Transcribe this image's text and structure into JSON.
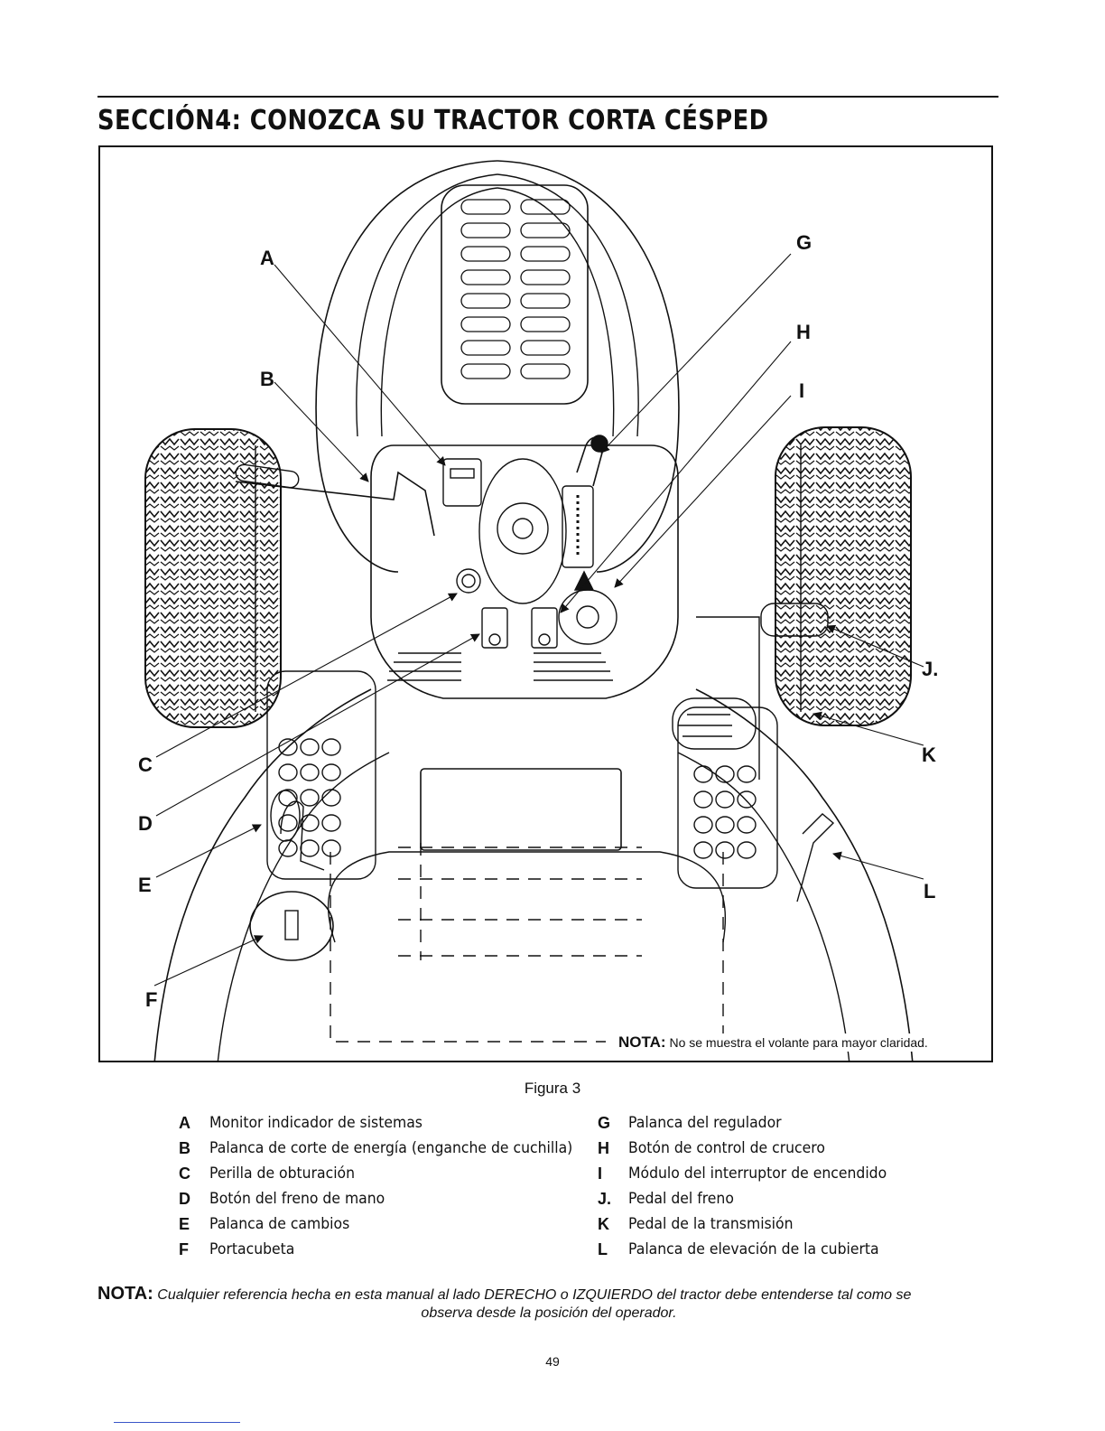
{
  "section_title": "SECCIÓN4:  CONOZCA SU TRACTOR CORTA CÉSPED",
  "figure": {
    "callouts": [
      "A",
      "B",
      "C",
      "D",
      "E",
      "F",
      "G",
      "H",
      "I",
      "J.",
      "K",
      "L"
    ],
    "note_label": "NOTA:",
    "note_text": "No se muestra el volante para mayor claridad."
  },
  "caption": "Figura 3",
  "legend_left": [
    {
      "key": "A",
      "label": "Monitor indicador de sistemas"
    },
    {
      "key": "B",
      "label": "Palanca de corte de energía (enganche de cuchilla)"
    },
    {
      "key": "C",
      "label": "Perilla de obturación"
    },
    {
      "key": "D",
      "label": "Botón del freno de mano"
    },
    {
      "key": "E",
      "label": "Palanca de cambios"
    },
    {
      "key": "F",
      "label": "Portacubeta"
    }
  ],
  "legend_right": [
    {
      "key": "G",
      "label": "Palanca del regulador"
    },
    {
      "key": "H",
      "label": "Botón de control de crucero"
    },
    {
      "key": "I",
      "label": "Módulo del interruptor de encendido"
    },
    {
      "key": "J.",
      "label": "Pedal del freno"
    },
    {
      "key": "K",
      "label": "Pedal de la transmisión"
    },
    {
      "key": "L",
      "label": "Palanca de elevación de la cubierta"
    }
  ],
  "bottom_note": {
    "label": "NOTA:",
    "line1": "Cualquier referencia hecha en esta manual al lado DERECHO o IZQUIERDO del tractor debe entenderse tal como se",
    "line2": "observa desde la posición del operador."
  },
  "page_number": "49"
}
